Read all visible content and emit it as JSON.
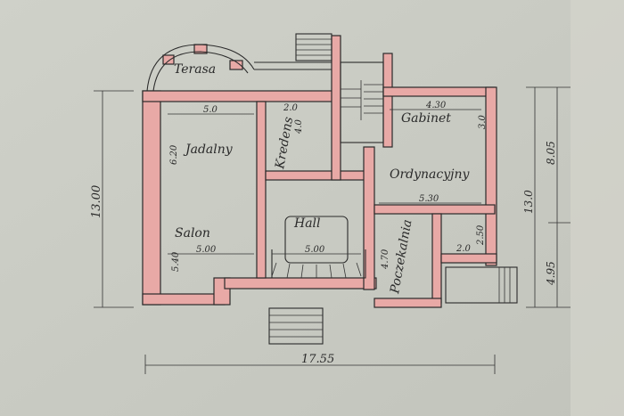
{
  "rooms": {
    "terasa": "Terasa",
    "jadalny": "Jadalny",
    "kredens": "Kredens",
    "salon": "Salon",
    "hall": "Hall",
    "gabinet": "Gabinet",
    "ordynacyjny": "Ordynacyjny",
    "poczekalnia": "Poczekalnia"
  },
  "dimensions": {
    "jadalny_width": "5.0",
    "jadalny_depth": "6.20",
    "kredens_width": "2.0",
    "kredens_depth": "4.0",
    "gabinet_width": "4.30",
    "gabinet_depth": "3.0",
    "ordynacyjny_width": "5.30",
    "hall_width": "5.00",
    "salon_width": "5.00",
    "salon_depth": "5.40",
    "poczekalnia_depth": "4.70",
    "small_room_width": "2.0",
    "small_room_depth": "2.50",
    "total_width": "17.55",
    "total_depth_left": "13.00",
    "total_depth_right": "13.0",
    "right_upper": "8.05",
    "right_lower": "4.95"
  },
  "colors": {
    "paper": "#c9cbc3",
    "wall": "#e8a9a6",
    "ink": "#2a2a2a"
  }
}
